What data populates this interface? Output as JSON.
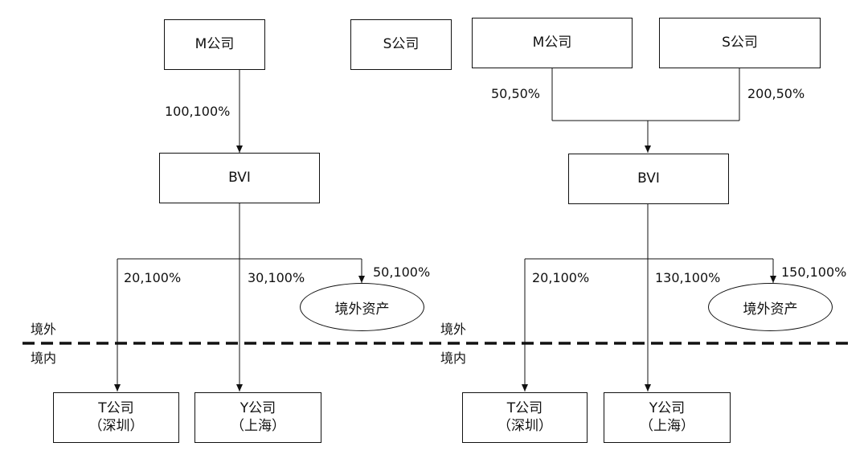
{
  "left_structure": {
    "top_boxes": {
      "m_company": "M公司",
      "s_company": "S公司"
    },
    "edge_m_to_bvi": "100,100%",
    "bvi": "BVI",
    "edge_to_t": "20,100%",
    "edge_to_y": "30,100%",
    "edge_to_overseas": "50,100%",
    "overseas_assets": "境外资产",
    "region_outside": "境外",
    "region_inside": "境内",
    "t_company": {
      "name": "T公司",
      "city": "（深圳）"
    },
    "y_company": {
      "name": "Y公司",
      "city": "（上海）"
    }
  },
  "right_structure": {
    "top_boxes": {
      "m_company": "M公司",
      "s_company": "S公司"
    },
    "edge_m_to_bvi": "50,50%",
    "edge_s_to_bvi": "200,50%",
    "bvi": "BVI",
    "edge_to_t": "20,100%",
    "edge_to_y": "130,100%",
    "edge_to_overseas": "150,100%",
    "overseas_assets": "境外资产",
    "region_outside": "境外",
    "region_inside": "境内",
    "t_company": {
      "name": "T公司",
      "city": "（深圳）"
    },
    "y_company": {
      "name": "Y公司",
      "city": "（上海）"
    }
  }
}
